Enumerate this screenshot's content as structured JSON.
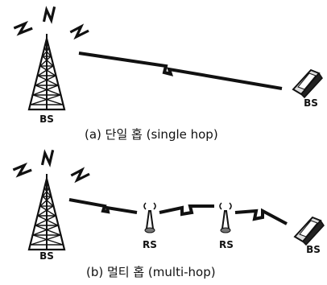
{
  "panel_a": {
    "caption": "(a) 단일 홉 (single hop)",
    "tower_label": "BS",
    "terminal_label": "BS"
  },
  "panel_b": {
    "caption": "(b) 멀티 홉 (multi-hop)",
    "tower_label": "BS",
    "relay_1_label": "RS",
    "relay_2_label": "RS",
    "terminal_label": "BS"
  }
}
